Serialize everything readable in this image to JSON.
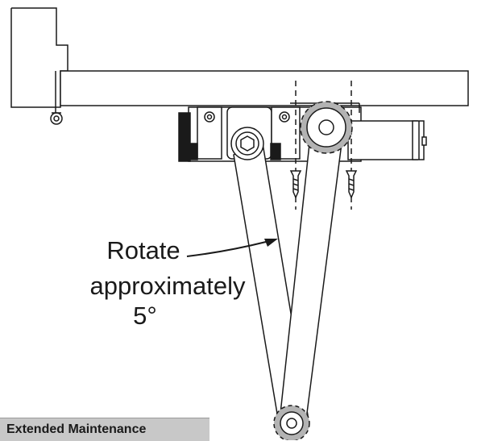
{
  "annotation": {
    "line1": "Rotate",
    "line2": "approximately",
    "line3": "5°"
  },
  "footer": {
    "section_label": "Extended Maintenance"
  },
  "colors": {
    "line": "#1a1a1a",
    "dashed_circle_fill": "#b3b3b3",
    "footer_bar": "#c8c8c8"
  }
}
